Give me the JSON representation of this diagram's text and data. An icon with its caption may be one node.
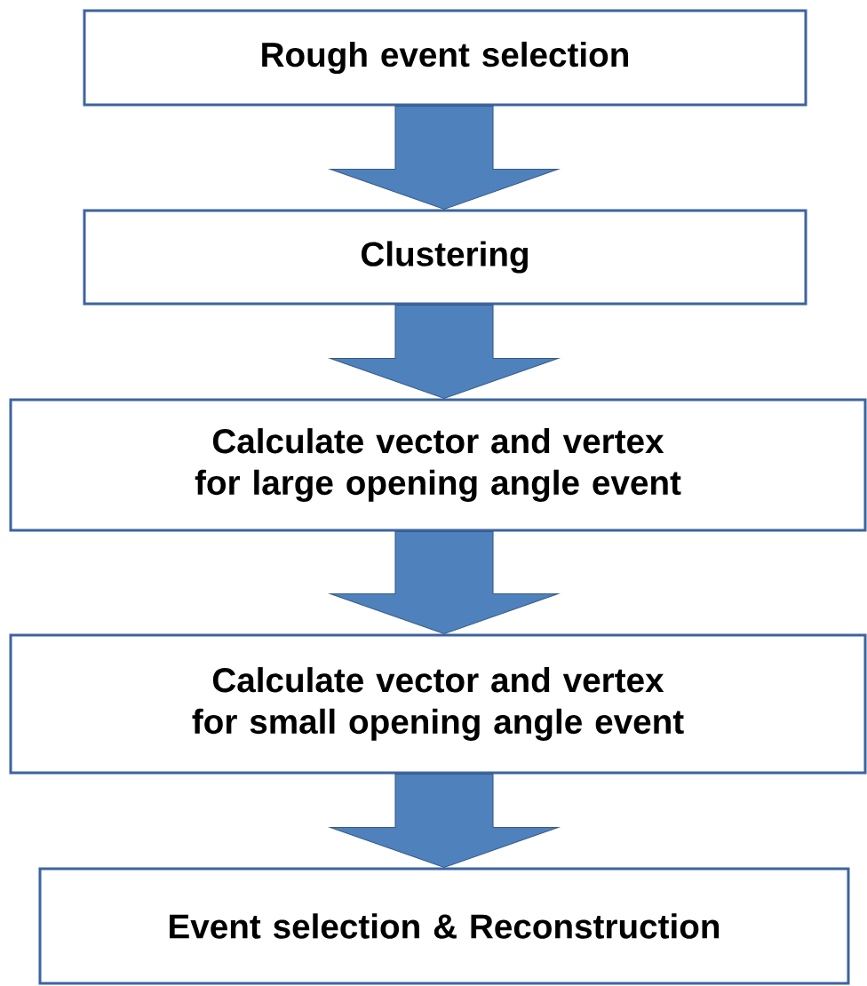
{
  "diagram": {
    "nodes": [
      {
        "text": [
          "Rough event selection"
        ]
      },
      {
        "text": [
          "Clustering"
        ]
      },
      {
        "text": [
          "Calculate vector and vertex for large opening angle event"
        ]
      },
      {
        "text": [
          "Calculate vector and vertex for small opening angle event"
        ]
      },
      {
        "text": [
          "Event selection & Reconstruction"
        ]
      }
    ],
    "edges": [
      {
        "from": 0,
        "to": 1,
        "arrow": "to"
      },
      {
        "from": 1,
        "to": 2,
        "arrow": "to"
      },
      {
        "from": 2,
        "to": 3,
        "arrow": "to"
      },
      {
        "from": 3,
        "to": 4,
        "arrow": "to"
      }
    ]
  }
}
